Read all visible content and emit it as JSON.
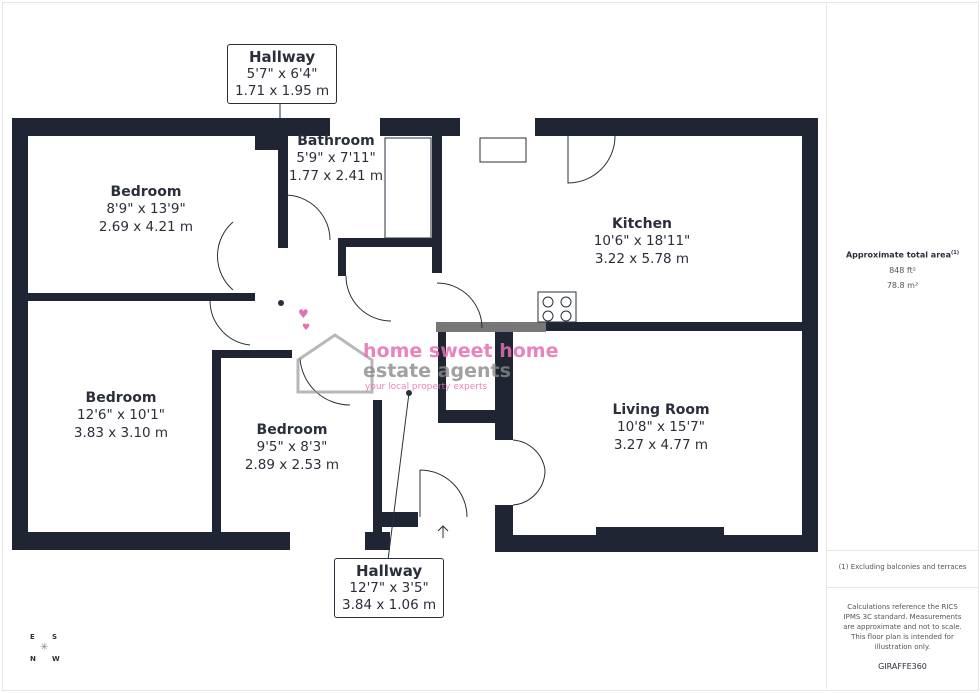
{
  "rooms": {
    "bedroom1": {
      "name": "Bedroom",
      "imperial": "8'9\" x 13'9\"",
      "metric": "2.69 x 4.21 m"
    },
    "bathroom": {
      "name": "Bathroom",
      "imperial": "5'9\" x 7'11\"",
      "metric": "1.77 x 2.41 m"
    },
    "kitchen": {
      "name": "Kitchen",
      "imperial": "10'6\" x 18'11\"",
      "metric": "3.22 x 5.78 m"
    },
    "bedroom2": {
      "name": "Bedroom",
      "imperial": "12'6\" x 10'1\"",
      "metric": "3.83 x 3.10 m"
    },
    "bedroom3": {
      "name": "Bedroom",
      "imperial": "9'5\" x 8'3\"",
      "metric": "2.89 x 2.53 m"
    },
    "living": {
      "name": "Living Room",
      "imperial": "10'8\" x 15'7\"",
      "metric": "3.27 x 4.77 m"
    },
    "hallway_top": {
      "name": "Hallway",
      "imperial": "5'7\" x 6'4\"",
      "metric": "1.71 x 1.95 m"
    },
    "hallway_bottom": {
      "name": "Hallway",
      "imperial": "12'7\" x 3'5\"",
      "metric": "3.84 x 1.06 m"
    }
  },
  "watermark": {
    "line1": "home sweet home",
    "line2": "estate agents",
    "line3": "your local property experts"
  },
  "compass": {
    "e": "E",
    "s": "S",
    "n": "N",
    "w": "W"
  },
  "sidebar": {
    "area_title": "Approximate total area",
    "area_note_mark": "(1)",
    "area_ft": "848 ft²",
    "area_m": "78.8 m²",
    "footnote": "(1) Excluding balconies and terraces",
    "disclaimer": "Calculations reference the RICS IPMS 3C standard. Measurements are approximate and not to scale. This floor plan is intended for illustration only.",
    "brand": "GIRAFFE360"
  },
  "colors": {
    "wall": "#1f2532",
    "watermark_pink": "#e66fb0",
    "watermark_grey": "#8a8a8a"
  }
}
